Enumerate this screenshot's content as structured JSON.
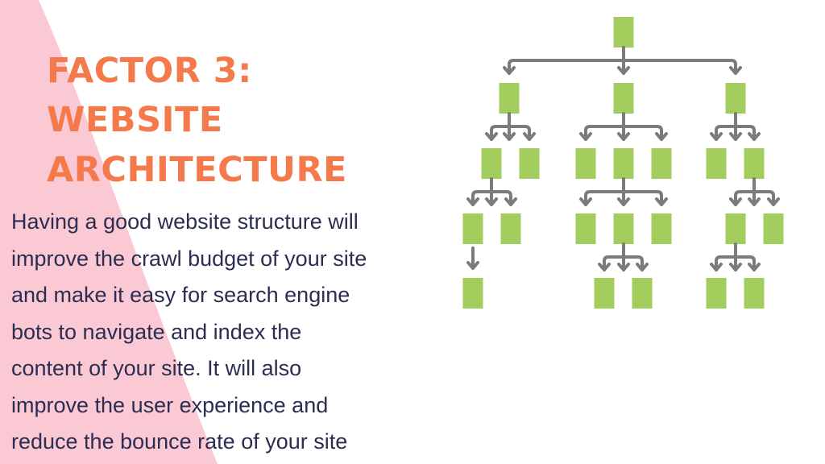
{
  "colors": {
    "background": "#ffffff",
    "pink_shape": "#fbc9d3",
    "title": "#f47a4c",
    "body_text": "#2b2d52",
    "node": "#a2cd5c",
    "connector": "#7b7b7b"
  },
  "title": {
    "line1": "FACTOR 3:",
    "line2": "WEBSITE",
    "line3": "ARCHITECTURE"
  },
  "body": {
    "lines": [
      "Having a good website structure will",
      "improve the crawl budget of your site",
      "and make it easy for search engine",
      "bots to navigate and index the",
      "content of your site. It will also",
      "improve the user experience and",
      "reduce the bounce rate of your site"
    ]
  },
  "diagram": {
    "type": "site-hierarchy-tree",
    "node_icon": "green-page-block",
    "connector_icon": "gray-branching-arrow"
  }
}
